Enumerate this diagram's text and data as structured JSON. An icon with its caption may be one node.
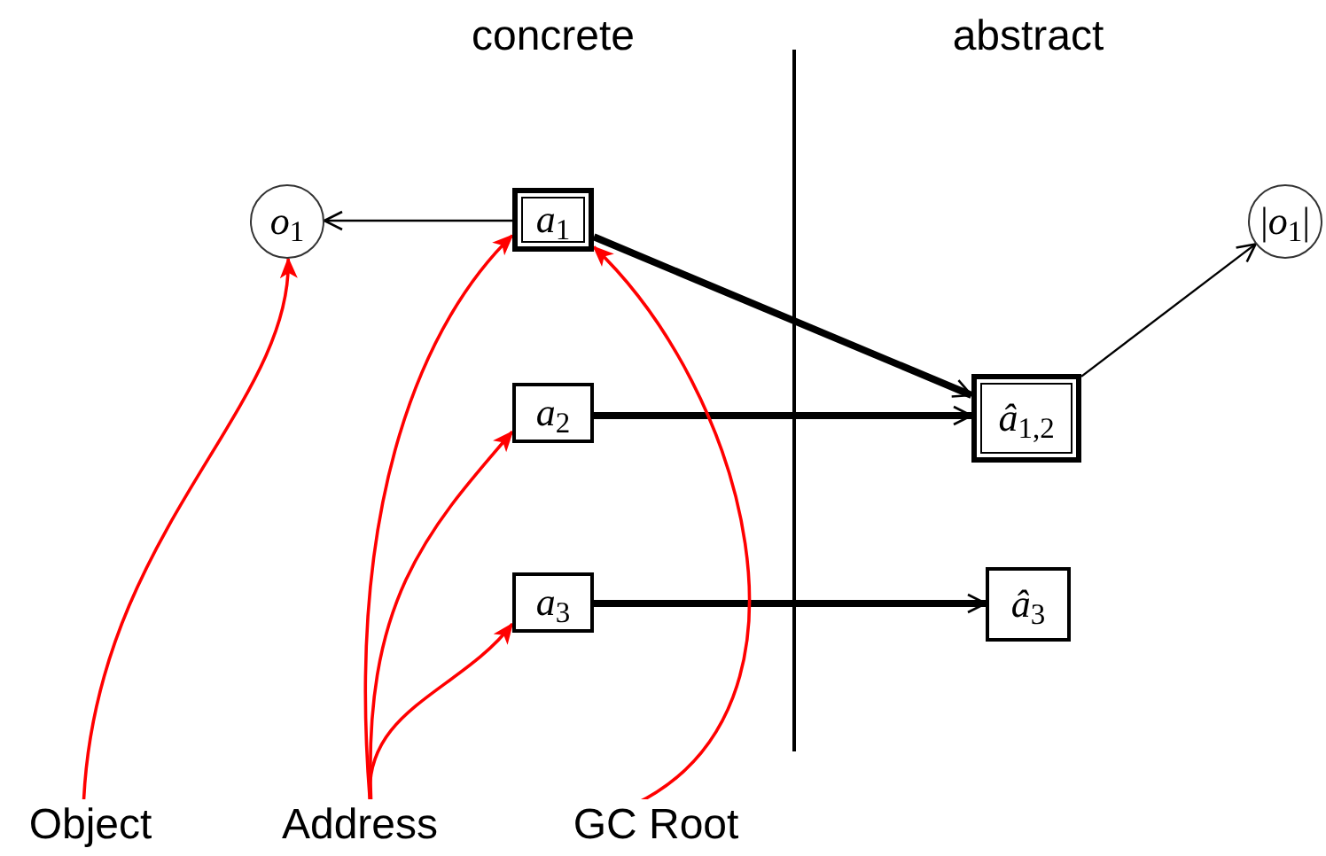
{
  "diagram": {
    "nodes": [
      {
        "text": [
          "*o*$_{1}$"
        ]
      },
      {
        "text": [
          "*a*$_{1}$"
        ]
      },
      {
        "text": [
          "|*o*$_{1}$|"
        ]
      },
      {
        "text": [
          "*a*$_{2}$"
        ]
      },
      {
        "text": [
          "*â*$_{1,2}$"
        ]
      },
      {
        "text": [
          "*a*$_{3}$"
        ]
      },
      {
        "text": [
          "*â*$_{3}$"
        ]
      },
      {
        "text": [
          "Object"
        ]
      },
      {
        "text": [
          "Address"
        ]
      },
      {
        "text": [
          "GC Root"
        ]
      }
    ],
    "edges": [
      {
        "from": 1,
        "to": 0,
        "arrow": "to"
      },
      {
        "from": 1,
        "to": 4,
        "arrow": "to",
        "style": "thick"
      },
      {
        "from": 3,
        "to": 4,
        "arrow": "to",
        "style": "thick"
      },
      {
        "from": 5,
        "to": 6,
        "arrow": "to",
        "style": "thick"
      },
      {
        "from": 4,
        "to": 2,
        "arrow": "to"
      },
      {
        "from": 7,
        "to": 0,
        "arrow": "to",
        "color": "#ff0000"
      },
      {
        "from": 8,
        "to": 1,
        "arrow": "to",
        "color": "#ff0000"
      },
      {
        "from": 8,
        "to": 3,
        "arrow": "to",
        "color": "#ff0000"
      },
      {
        "from": 8,
        "to": 5,
        "arrow": "to",
        "color": "#ff0000"
      },
      {
        "from": 9,
        "to": 1,
        "arrow": "to",
        "color": "#ff0000"
      }
    ],
    "labels": [
      "concrete",
      "abstract"
    ]
  }
}
